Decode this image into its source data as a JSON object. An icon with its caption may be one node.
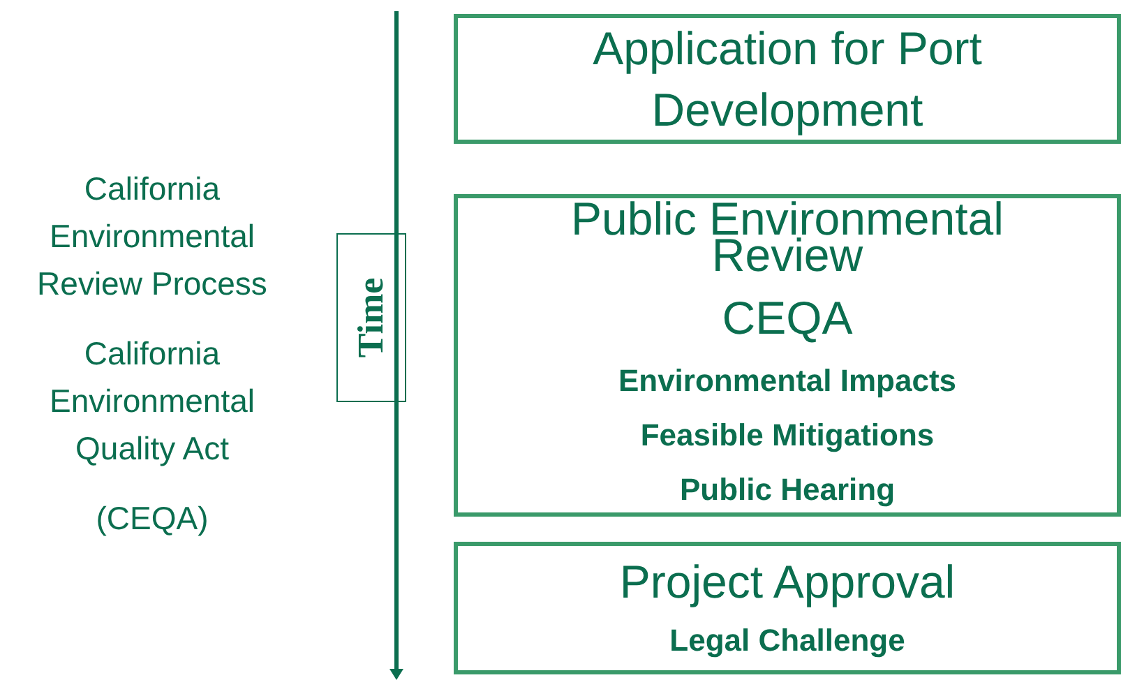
{
  "diagram": {
    "nodes": [
      {
        "text": [
          "Application for Port Development"
        ]
      },
      {
        "text": [
          "Public Environmental Review",
          "CEQA",
          "Environmental Impacts",
          "Feasible Mitigations",
          "Public Hearing"
        ]
      },
      {
        "text": [
          "Project Approval",
          "Legal Challenge"
        ]
      },
      {
        "text": [
          "Time"
        ]
      }
    ],
    "labels": [
      "California Environmental Review Process",
      "California Environmental Quality Act",
      "(CEQA)"
    ]
  }
}
